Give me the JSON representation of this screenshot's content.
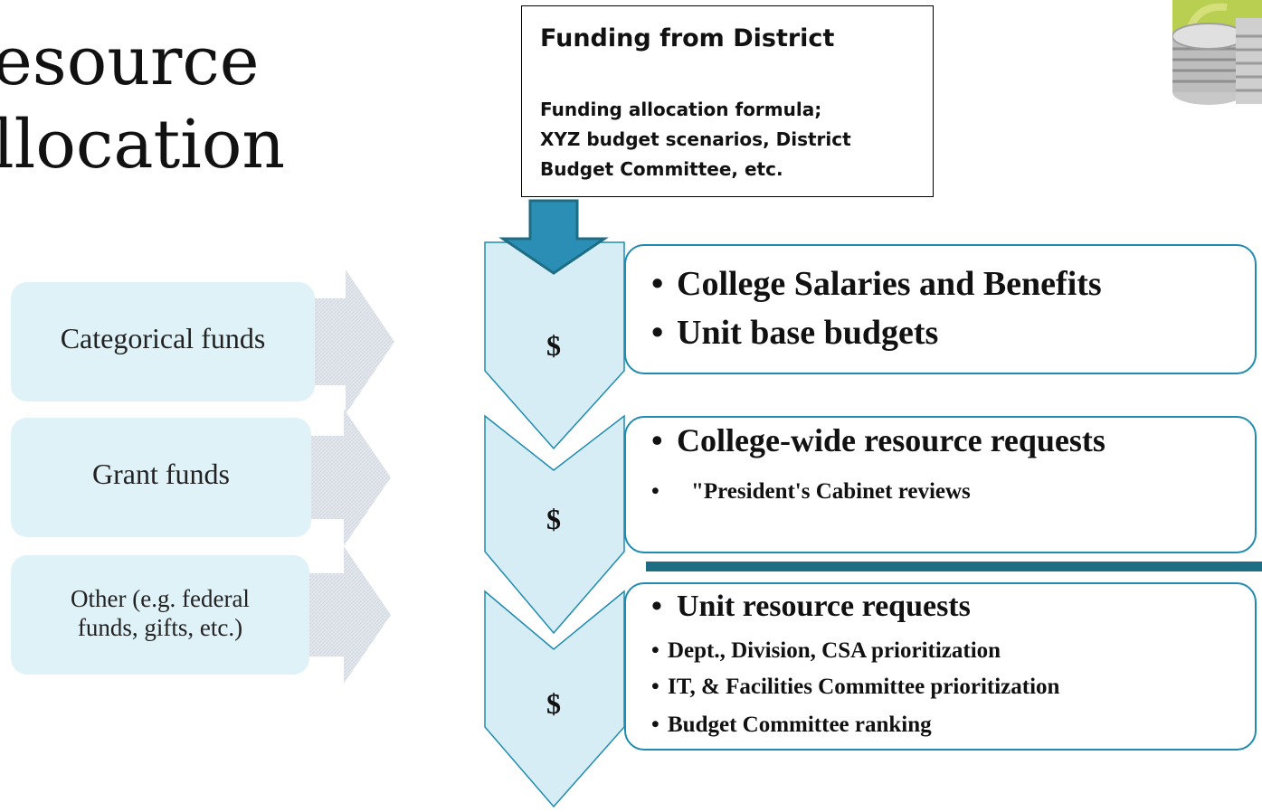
{
  "title": {
    "line1": "esource",
    "line2": "llocation"
  },
  "funding": {
    "title": "Funding from District",
    "desc_line1": "Funding allocation formula;",
    "desc_line2": "XYZ budget scenarios, District",
    "desc_line3": "Budget Committee, etc."
  },
  "side_sources": [
    {
      "label": "Categorical funds"
    },
    {
      "label": "Grant funds"
    },
    {
      "label_line1": "Other (e.g. federal",
      "label_line2": "funds, gifts, etc.)"
    }
  ],
  "levels": [
    {
      "symbol": "$",
      "items": [
        "College Salaries and Benefits",
        "Unit base budgets"
      ]
    },
    {
      "symbol": "$",
      "items": [
        "College-wide resource requests",
        "\"President's Cabinet reviews"
      ]
    },
    {
      "symbol": "$",
      "items": [
        "Unit resource requests",
        "Dept., Division, CSA prioritization",
        "IT, & Facilities Committee prioritization",
        "Budget Committee ranking"
      ]
    }
  ],
  "bullet_char": "•",
  "colors": {
    "accent": "#1f8bb0",
    "chevron_fill": "#d6edf6",
    "source_fill": "#dff2f8",
    "arrow": "#2b8fb5",
    "divider": "#1d6e85"
  },
  "icons": [
    "coins-icon",
    "down-arrow-icon"
  ]
}
